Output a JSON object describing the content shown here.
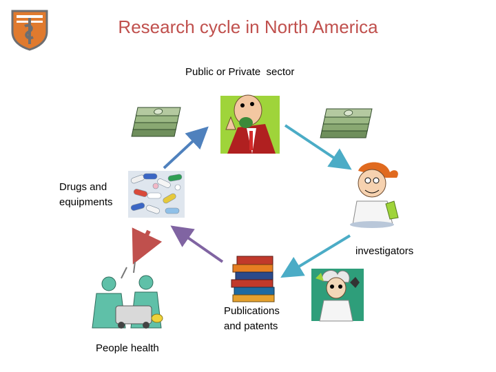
{
  "slide": {
    "title": "Research cycle in North America"
  },
  "nodes": {
    "sector": "Public or Private  sector",
    "drugs_line1": "Drugs and",
    "drugs_line2": "equipments",
    "investigators": "investigators",
    "publications_line1": "Publications",
    "publications_line2": "and patents",
    "people_health": "People health"
  },
  "colors": {
    "title": "#c0504d",
    "arrow_blue": "#4f81bd",
    "arrow_cyan": "#4bacc6",
    "arrow_purple": "#8064a2",
    "arrow_red": "#c0504d",
    "logo_orange": "#e07a2e",
    "logo_gray": "#6d6e71"
  },
  "icons": [
    "university-logo-icon",
    "money-stack-icon",
    "businessman-icon",
    "pills-icon",
    "scientist-icon",
    "books-icon",
    "mad-scientist-icon",
    "surgeons-icon"
  ]
}
